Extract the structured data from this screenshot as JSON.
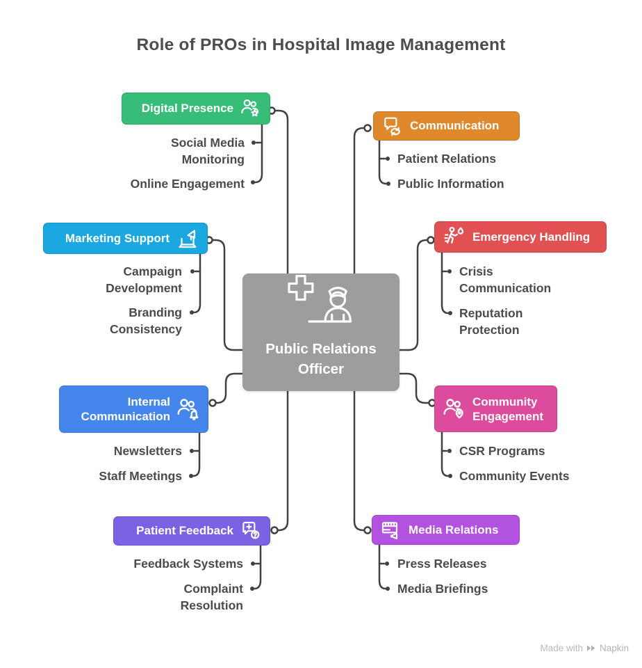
{
  "title": "Role of PROs in Hospital Image Management",
  "center": {
    "label": "Public Relations Officer",
    "icon": "medical-cross-nurse-icon",
    "color": "#9d9d9d"
  },
  "branches": [
    {
      "label": "Digital Presence",
      "icon": "people-star-icon",
      "color": "#36bd78",
      "children": [
        "Social Media Monitoring",
        "Online Engagement"
      ]
    },
    {
      "label": "Communication",
      "icon": "chat-sync-icon",
      "color": "#e0882c",
      "children": [
        "Patient Relations",
        "Public Information"
      ]
    },
    {
      "label": "Marketing Support",
      "icon": "laptop-megaphone-icon",
      "color": "#1ba8e0",
      "children": [
        "Campaign Development",
        "Branding Consistency"
      ]
    },
    {
      "label": "Emergency Handling",
      "icon": "running-person-flame-icon",
      "color": "#e25151",
      "children": [
        "Crisis Communication",
        "Reputation Protection"
      ]
    },
    {
      "label": "Internal Communication",
      "icon": "people-bell-icon",
      "color": "#4586ec",
      "children": [
        "Newsletters",
        "Staff Meetings"
      ]
    },
    {
      "label": "Community Engagement",
      "icon": "people-pin-icon",
      "color": "#dd4b9c",
      "children": [
        "CSR Programs",
        "Community Events"
      ]
    },
    {
      "label": "Patient Feedback",
      "icon": "chat-plus-question-icon",
      "color": "#7c62e2",
      "children": [
        "Feedback Systems",
        "Complaint Resolution"
      ]
    },
    {
      "label": "Media Relations",
      "icon": "film-megaphone-icon",
      "color": "#b351e0",
      "children": [
        "Press Releases",
        "Media Briefings"
      ]
    }
  ],
  "watermark": {
    "label": "Made with",
    "brand": "Napkin"
  },
  "connector_color": "#414141",
  "text_color": "#4b4b4b"
}
